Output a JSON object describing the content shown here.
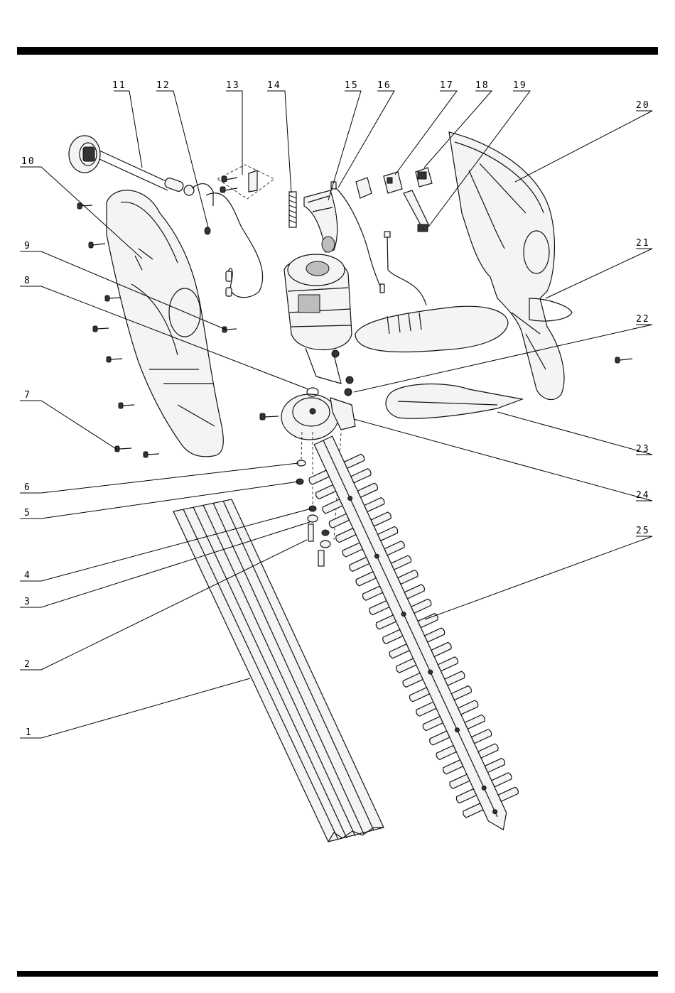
{
  "labels": [
    {
      "id": "1",
      "text": "1"
    },
    {
      "id": "2",
      "text": "2"
    },
    {
      "id": "3",
      "text": "3"
    },
    {
      "id": "4",
      "text": "4"
    },
    {
      "id": "5",
      "text": "5"
    },
    {
      "id": "6",
      "text": "6"
    },
    {
      "id": "7",
      "text": "7"
    },
    {
      "id": "8",
      "text": "8"
    },
    {
      "id": "9",
      "text": "9"
    },
    {
      "id": "10",
      "text": "10"
    },
    {
      "id": "11",
      "text": "11"
    },
    {
      "id": "12",
      "text": "12"
    },
    {
      "id": "13",
      "text": "13"
    },
    {
      "id": "14",
      "text": "14"
    },
    {
      "id": "15",
      "text": "15"
    },
    {
      "id": "16",
      "text": "16"
    },
    {
      "id": "17",
      "text": "17"
    },
    {
      "id": "18",
      "text": "18"
    },
    {
      "id": "19",
      "text": "19"
    },
    {
      "id": "20",
      "text": "20"
    },
    {
      "id": "21",
      "text": "21"
    },
    {
      "id": "22",
      "text": "22"
    },
    {
      "id": "23",
      "text": "23"
    },
    {
      "id": "24",
      "text": "24"
    },
    {
      "id": "25",
      "text": "25"
    }
  ]
}
